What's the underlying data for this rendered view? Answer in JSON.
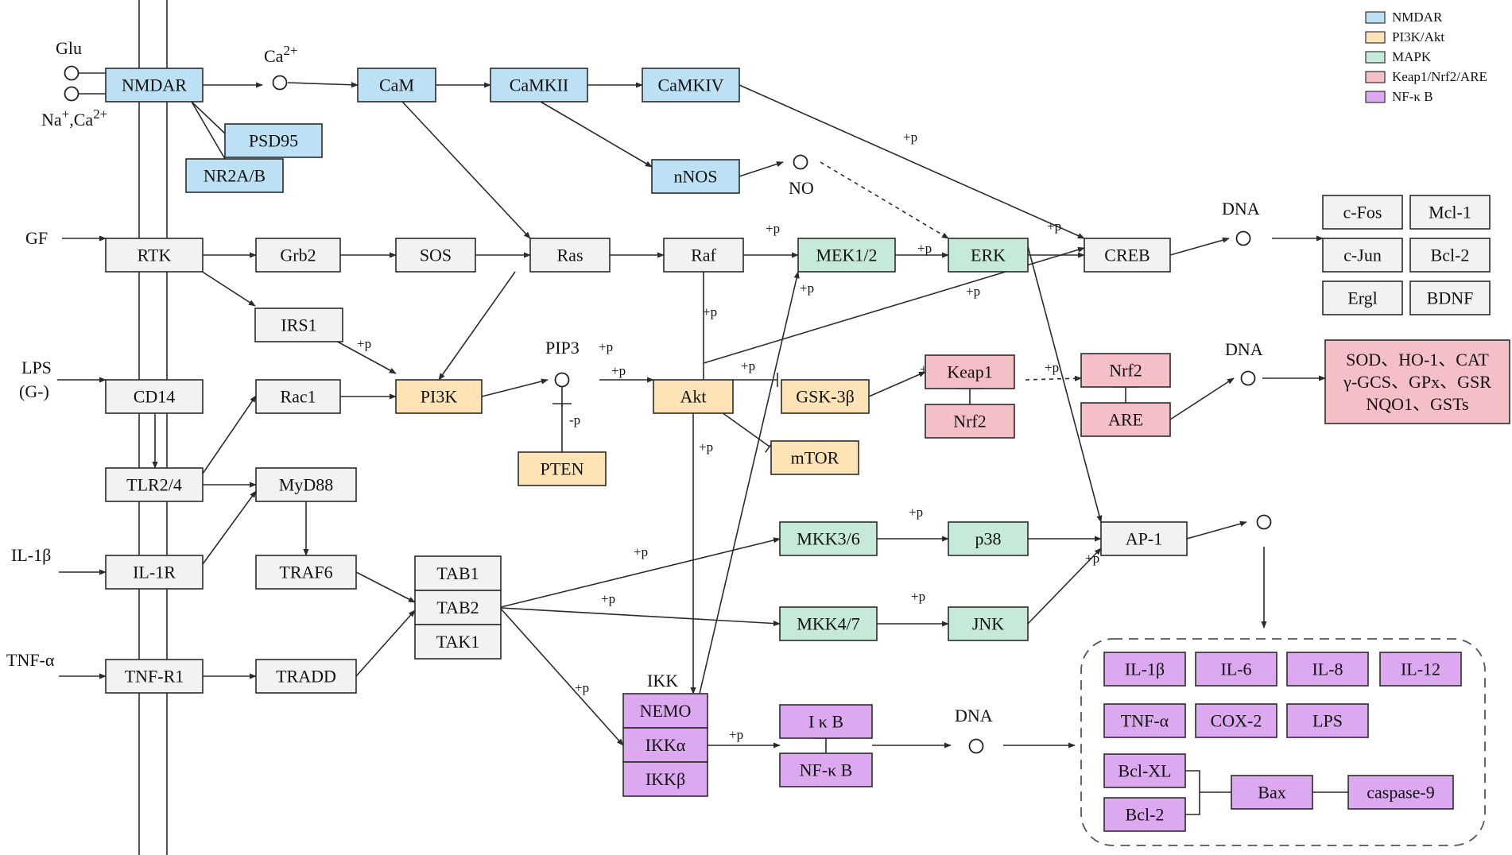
{
  "colors": {
    "NMDAR": "#bde1f4",
    "PI3K/Akt": "#fde3b6",
    "MAPK": "#c6ead8",
    "Keap1/Nrf2/ARE": "#f5bfc8",
    "NF-κB": "#dca8f0",
    "default": "#f2f2f2"
  },
  "legend": [
    {
      "key": "NMDAR",
      "label": "NMDAR"
    },
    {
      "key": "PI3K/Akt",
      "label": "PI3K/Akt"
    },
    {
      "key": "MAPK",
      "label": "MAPK"
    },
    {
      "key": "Keap1/Nrf2/ARE",
      "label": "Keap1/Nrf2/ARE"
    },
    {
      "key": "NF-κB",
      "label": "NF-κ B"
    }
  ],
  "nodes": {
    "nmdar": {
      "label": "NMDAR",
      "group": "NMDAR"
    },
    "psd95": {
      "label": "PSD95",
      "group": "NMDAR"
    },
    "nr2ab": {
      "label": "NR2A/B",
      "group": "NMDAR"
    },
    "cam": {
      "label": "CaM",
      "group": "NMDAR"
    },
    "camkii": {
      "label": "CaMKII",
      "group": "NMDAR"
    },
    "camkiv": {
      "label": "CaMKIV",
      "group": "NMDAR"
    },
    "nnos": {
      "label": "nNOS",
      "group": "NMDAR"
    },
    "rtk": {
      "label": "RTK",
      "group": "default"
    },
    "grb2": {
      "label": "Grb2",
      "group": "default"
    },
    "sos": {
      "label": "SOS",
      "group": "default"
    },
    "ras": {
      "label": "Ras",
      "group": "default"
    },
    "raf": {
      "label": "Raf",
      "group": "default"
    },
    "mek12": {
      "label": "MEK1/2",
      "group": "MAPK"
    },
    "erk": {
      "label": "ERK",
      "group": "MAPK"
    },
    "creb": {
      "label": "CREB",
      "group": "default"
    },
    "cfos": {
      "label": "c-Fos",
      "group": "default"
    },
    "mcl1": {
      "label": "Mcl-1",
      "group": "default"
    },
    "cjun": {
      "label": "c-Jun",
      "group": "default"
    },
    "bcl2a": {
      "label": "Bcl-2",
      "group": "default"
    },
    "ergl": {
      "label": "Ergl",
      "group": "default"
    },
    "bdnf": {
      "label": "BDNF",
      "group": "default"
    },
    "irs1": {
      "label": "IRS1",
      "group": "default"
    },
    "cd14": {
      "label": "CD14",
      "group": "default"
    },
    "rac1": {
      "label": "Rac1",
      "group": "default"
    },
    "pi3k": {
      "label": "PI3K",
      "group": "PI3K/Akt"
    },
    "akt": {
      "label": "Akt",
      "group": "PI3K/Akt"
    },
    "gsk3b": {
      "label": "GSK-3β",
      "group": "PI3K/Akt"
    },
    "pten": {
      "label": "PTEN",
      "group": "PI3K/Akt"
    },
    "mtor": {
      "label": "mTOR",
      "group": "PI3K/Akt"
    },
    "keap1": {
      "label": "Keap1",
      "group": "Keap1/Nrf2/ARE"
    },
    "nrf2a": {
      "label": "Nrf2",
      "group": "Keap1/Nrf2/ARE"
    },
    "nrf2b": {
      "label": "Nrf2",
      "group": "Keap1/Nrf2/ARE"
    },
    "are": {
      "label": "ARE",
      "group": "Keap1/Nrf2/ARE"
    },
    "tlr24": {
      "label": "TLR2/4",
      "group": "default"
    },
    "myd88": {
      "label": "MyD88",
      "group": "default"
    },
    "il1r": {
      "label": "IL-1R",
      "group": "default"
    },
    "traf6": {
      "label": "TRAF6",
      "group": "default"
    },
    "tnfr1": {
      "label": "TNF-R1",
      "group": "default"
    },
    "tradd": {
      "label": "TRADD",
      "group": "default"
    },
    "tab1": {
      "label": "TAB1",
      "group": "default"
    },
    "tab2": {
      "label": "TAB2",
      "group": "default"
    },
    "tak1": {
      "label": "TAK1",
      "group": "default"
    },
    "mkk36": {
      "label": "MKK3/6",
      "group": "MAPK"
    },
    "p38": {
      "label": "p38",
      "group": "MAPK"
    },
    "mkk47": {
      "label": "MKK4/7",
      "group": "MAPK"
    },
    "jnk": {
      "label": "JNK",
      "group": "MAPK"
    },
    "ap1": {
      "label": "AP-1",
      "group": "default"
    },
    "nemo": {
      "label": "NEMO",
      "group": "NF-κB"
    },
    "ikka": {
      "label": "IKKα",
      "group": "NF-κB"
    },
    "ikkb": {
      "label": "IKKβ",
      "group": "NF-κB"
    },
    "ikb": {
      "label": "I κ B",
      "group": "NF-κB"
    },
    "nfkb": {
      "label": "NF-κ B",
      "group": "NF-κB"
    },
    "il1b_out": {
      "label": "IL-1β",
      "group": "NF-κB"
    },
    "il6": {
      "label": "IL-6",
      "group": "NF-κB"
    },
    "il8": {
      "label": "IL-8",
      "group": "NF-κB"
    },
    "il12": {
      "label": "IL-12",
      "group": "NF-κB"
    },
    "tnfa_out": {
      "label": "TNF-α",
      "group": "NF-κB"
    },
    "cox2": {
      "label": "COX-2",
      "group": "NF-κB"
    },
    "lps_out": {
      "label": "LPS",
      "group": "NF-κB"
    },
    "bclxl": {
      "label": "Bcl-XL",
      "group": "NF-κB"
    },
    "bcl2b": {
      "label": "Bcl-2",
      "group": "NF-κB"
    },
    "bax": {
      "label": "Bax",
      "group": "NF-κB"
    },
    "casp9": {
      "label": "caspase-9",
      "group": "NF-κB"
    },
    "antiox": {
      "lines": [
        "SOD、HO-1、CAT",
        "γ-GCS、GPx、GSR",
        "NQO1、GSTs"
      ],
      "group": "Keap1/Nrf2/ARE"
    }
  },
  "labels": {
    "glu": "Glu",
    "na_ca": "Na",
    "na_ca_sup1": "+",
    "na_ca_mid": ",Ca",
    "na_ca_sup2": "2+",
    "ca": "Ca",
    "ca_sup": "2+",
    "no": "NO",
    "gf": "GF",
    "lps_in_1": "LPS",
    "lps_in_2": "(G-)",
    "il1b_in": "IL-1β",
    "tnfa_in": "TNF-α",
    "pip3": "PIP3",
    "ikk": "IKK",
    "dna1": "DNA",
    "dna2": "DNA",
    "dna3": "DNA",
    "plus_p": "+p",
    "minus_p": "-p"
  }
}
